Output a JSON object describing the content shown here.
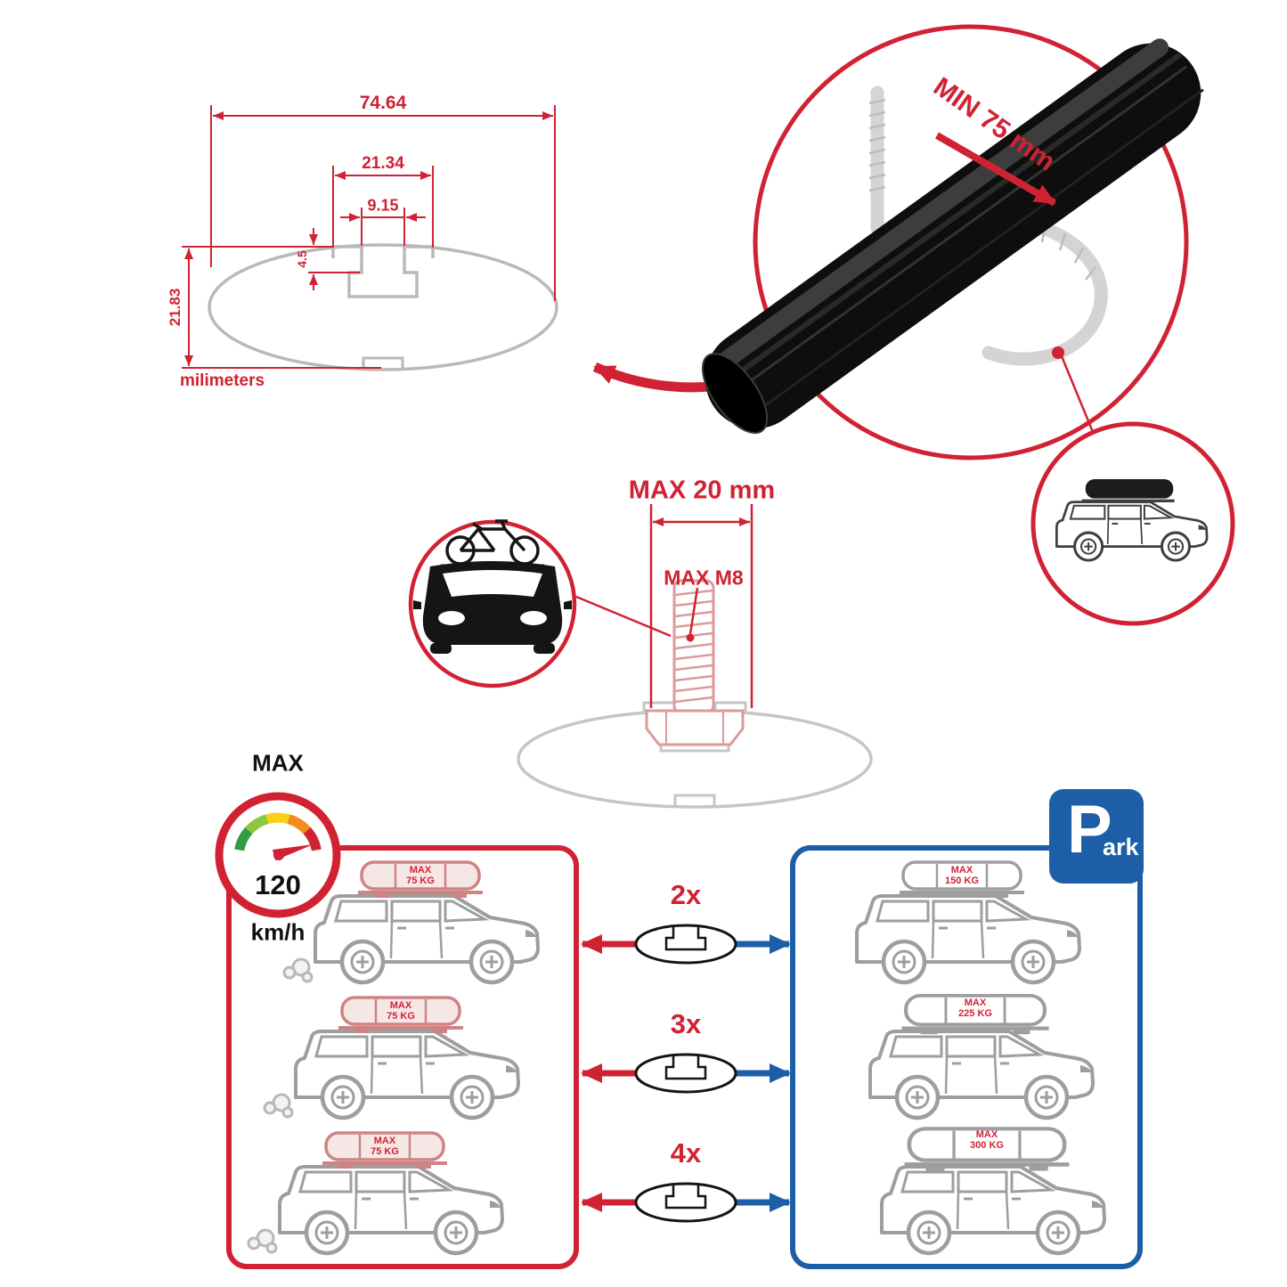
{
  "colors": {
    "red": "#d12233",
    "blue": "#1c5fa8",
    "gray_line": "#9e9e9e",
    "bar_black": "#0e0e0e"
  },
  "profile_dimensions": {
    "total_width": "74.64",
    "channel_width": "21.34",
    "slot_width": "9.15",
    "lip_depth": "4.5",
    "total_height": "21.83",
    "units": "milimeters"
  },
  "mount_detail": {
    "min_span": "MIN 75 mm"
  },
  "bolt": {
    "max_length": "MAX 20 mm",
    "max_thread": "MAX M8"
  },
  "speed": {
    "label": "MAX",
    "value": "120",
    "units": "km/h"
  },
  "parking": {
    "letter": "P",
    "rest": "ark"
  },
  "rows": [
    {
      "multiplier": "2x",
      "left_cargo": {
        "max": "MAX",
        "weight": "75 KG"
      },
      "right_cargo": {
        "max": "MAX",
        "weight": "150 KG"
      }
    },
    {
      "multiplier": "3x",
      "left_cargo": {
        "max": "MAX",
        "weight": "75 KG"
      },
      "right_cargo": {
        "max": "MAX",
        "weight": "225 KG"
      }
    },
    {
      "multiplier": "4x",
      "left_cargo": {
        "max": "MAX",
        "weight": "75 KG"
      },
      "right_cargo": {
        "max": "MAX",
        "weight": "300 KG"
      }
    }
  ]
}
